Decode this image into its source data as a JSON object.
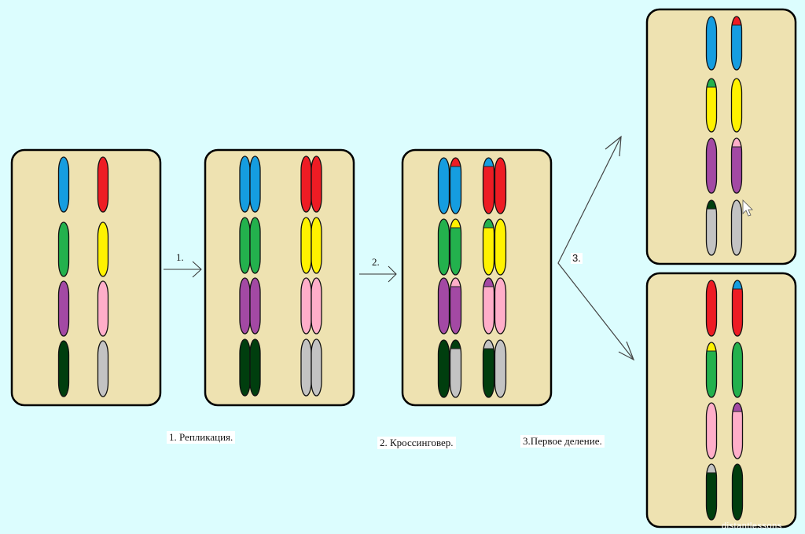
{
  "colors": {
    "background": "#dcfdfe",
    "cell_fill": "#eee2b1",
    "cell_border": "#000000",
    "blue": "#159de0",
    "red": "#ee1c24",
    "green": "#23b14d",
    "yellow": "#fff200",
    "purple": "#a349a4",
    "pink": "#ffaec9",
    "dark_green": "#003e0e",
    "gray": "#c3c3c3"
  },
  "arrows": [
    {
      "label": "1."
    },
    {
      "label": "2."
    },
    {
      "label": "3."
    }
  ],
  "captions": [
    {
      "text": "1. Репликация."
    },
    {
      "text": "2. Кроссинговер."
    },
    {
      "text": "3.Первое деление."
    }
  ],
  "watermark": "distantlessons",
  "cells": [
    {
      "name": "initial-cell",
      "columns": [
        {
          "pairs": [
            [
              [
                "blue"
              ]
            ],
            [
              [
                "green"
              ]
            ],
            [
              [
                "purple"
              ]
            ],
            [
              [
                "dark_green"
              ]
            ]
          ]
        },
        {
          "pairs": [
            [
              [
                "red"
              ]
            ],
            [
              [
                "yellow"
              ]
            ],
            [
              [
                "pink"
              ]
            ],
            [
              [
                "gray"
              ]
            ]
          ]
        }
      ]
    },
    {
      "name": "replicated-cell",
      "columns": [
        {
          "pairs": [
            [
              [
                "blue"
              ],
              [
                "blue"
              ]
            ],
            [
              [
                "green"
              ],
              [
                "green"
              ]
            ],
            [
              [
                "purple"
              ],
              [
                "purple"
              ]
            ],
            [
              [
                "dark_green"
              ],
              [
                "dark_green"
              ]
            ]
          ]
        },
        {
          "pairs": [
            [
              [
                "red"
              ],
              [
                "red"
              ]
            ],
            [
              [
                "yellow"
              ],
              [
                "yellow"
              ]
            ],
            [
              [
                "pink"
              ],
              [
                "pink"
              ]
            ],
            [
              [
                "gray"
              ],
              [
                "gray"
              ]
            ]
          ]
        }
      ]
    },
    {
      "name": "crossover-cell",
      "columns": [
        {
          "pairs": [
            [
              [
                "blue"
              ],
              [
                "red",
                "blue"
              ]
            ],
            [
              [
                "green"
              ],
              [
                "yellow",
                "green"
              ]
            ],
            [
              [
                "purple"
              ],
              [
                "pink",
                "purple"
              ]
            ],
            [
              [
                "dark_green"
              ],
              [
                "dark_green",
                "gray"
              ]
            ]
          ]
        },
        {
          "pairs": [
            [
              [
                "blue",
                "red"
              ],
              [
                "red"
              ]
            ],
            [
              [
                "green",
                "yellow"
              ],
              [
                "yellow"
              ]
            ],
            [
              [
                "purple",
                "pink"
              ],
              [
                "pink"
              ]
            ],
            [
              [
                "gray",
                "dark_green"
              ],
              [
                "gray"
              ]
            ]
          ]
        }
      ]
    },
    {
      "name": "daughter-cell-top",
      "columns": [
        {
          "pairs": [
            [
              [
                "blue"
              ]
            ],
            [
              [
                "green",
                "yellow"
              ]
            ],
            [
              [
                "purple"
              ]
            ],
            [
              [
                "dark_green",
                "gray"
              ]
            ]
          ]
        },
        {
          "pairs": [
            [
              [
                "red",
                "blue"
              ]
            ],
            [
              [
                "yellow"
              ]
            ],
            [
              [
                "pink",
                "purple"
              ]
            ],
            [
              [
                "gray"
              ]
            ]
          ]
        }
      ]
    },
    {
      "name": "daughter-cell-bottom",
      "columns": [
        {
          "pairs": [
            [
              [
                "red"
              ]
            ],
            [
              [
                "yellow",
                "green"
              ]
            ],
            [
              [
                "pink"
              ]
            ],
            [
              [
                "gray",
                "dark_green"
              ]
            ]
          ]
        },
        {
          "pairs": [
            [
              [
                "blue",
                "red"
              ]
            ],
            [
              [
                "green"
              ]
            ],
            [
              [
                "purple",
                "pink"
              ]
            ],
            [
              [
                "dark_green"
              ]
            ]
          ]
        }
      ]
    }
  ]
}
